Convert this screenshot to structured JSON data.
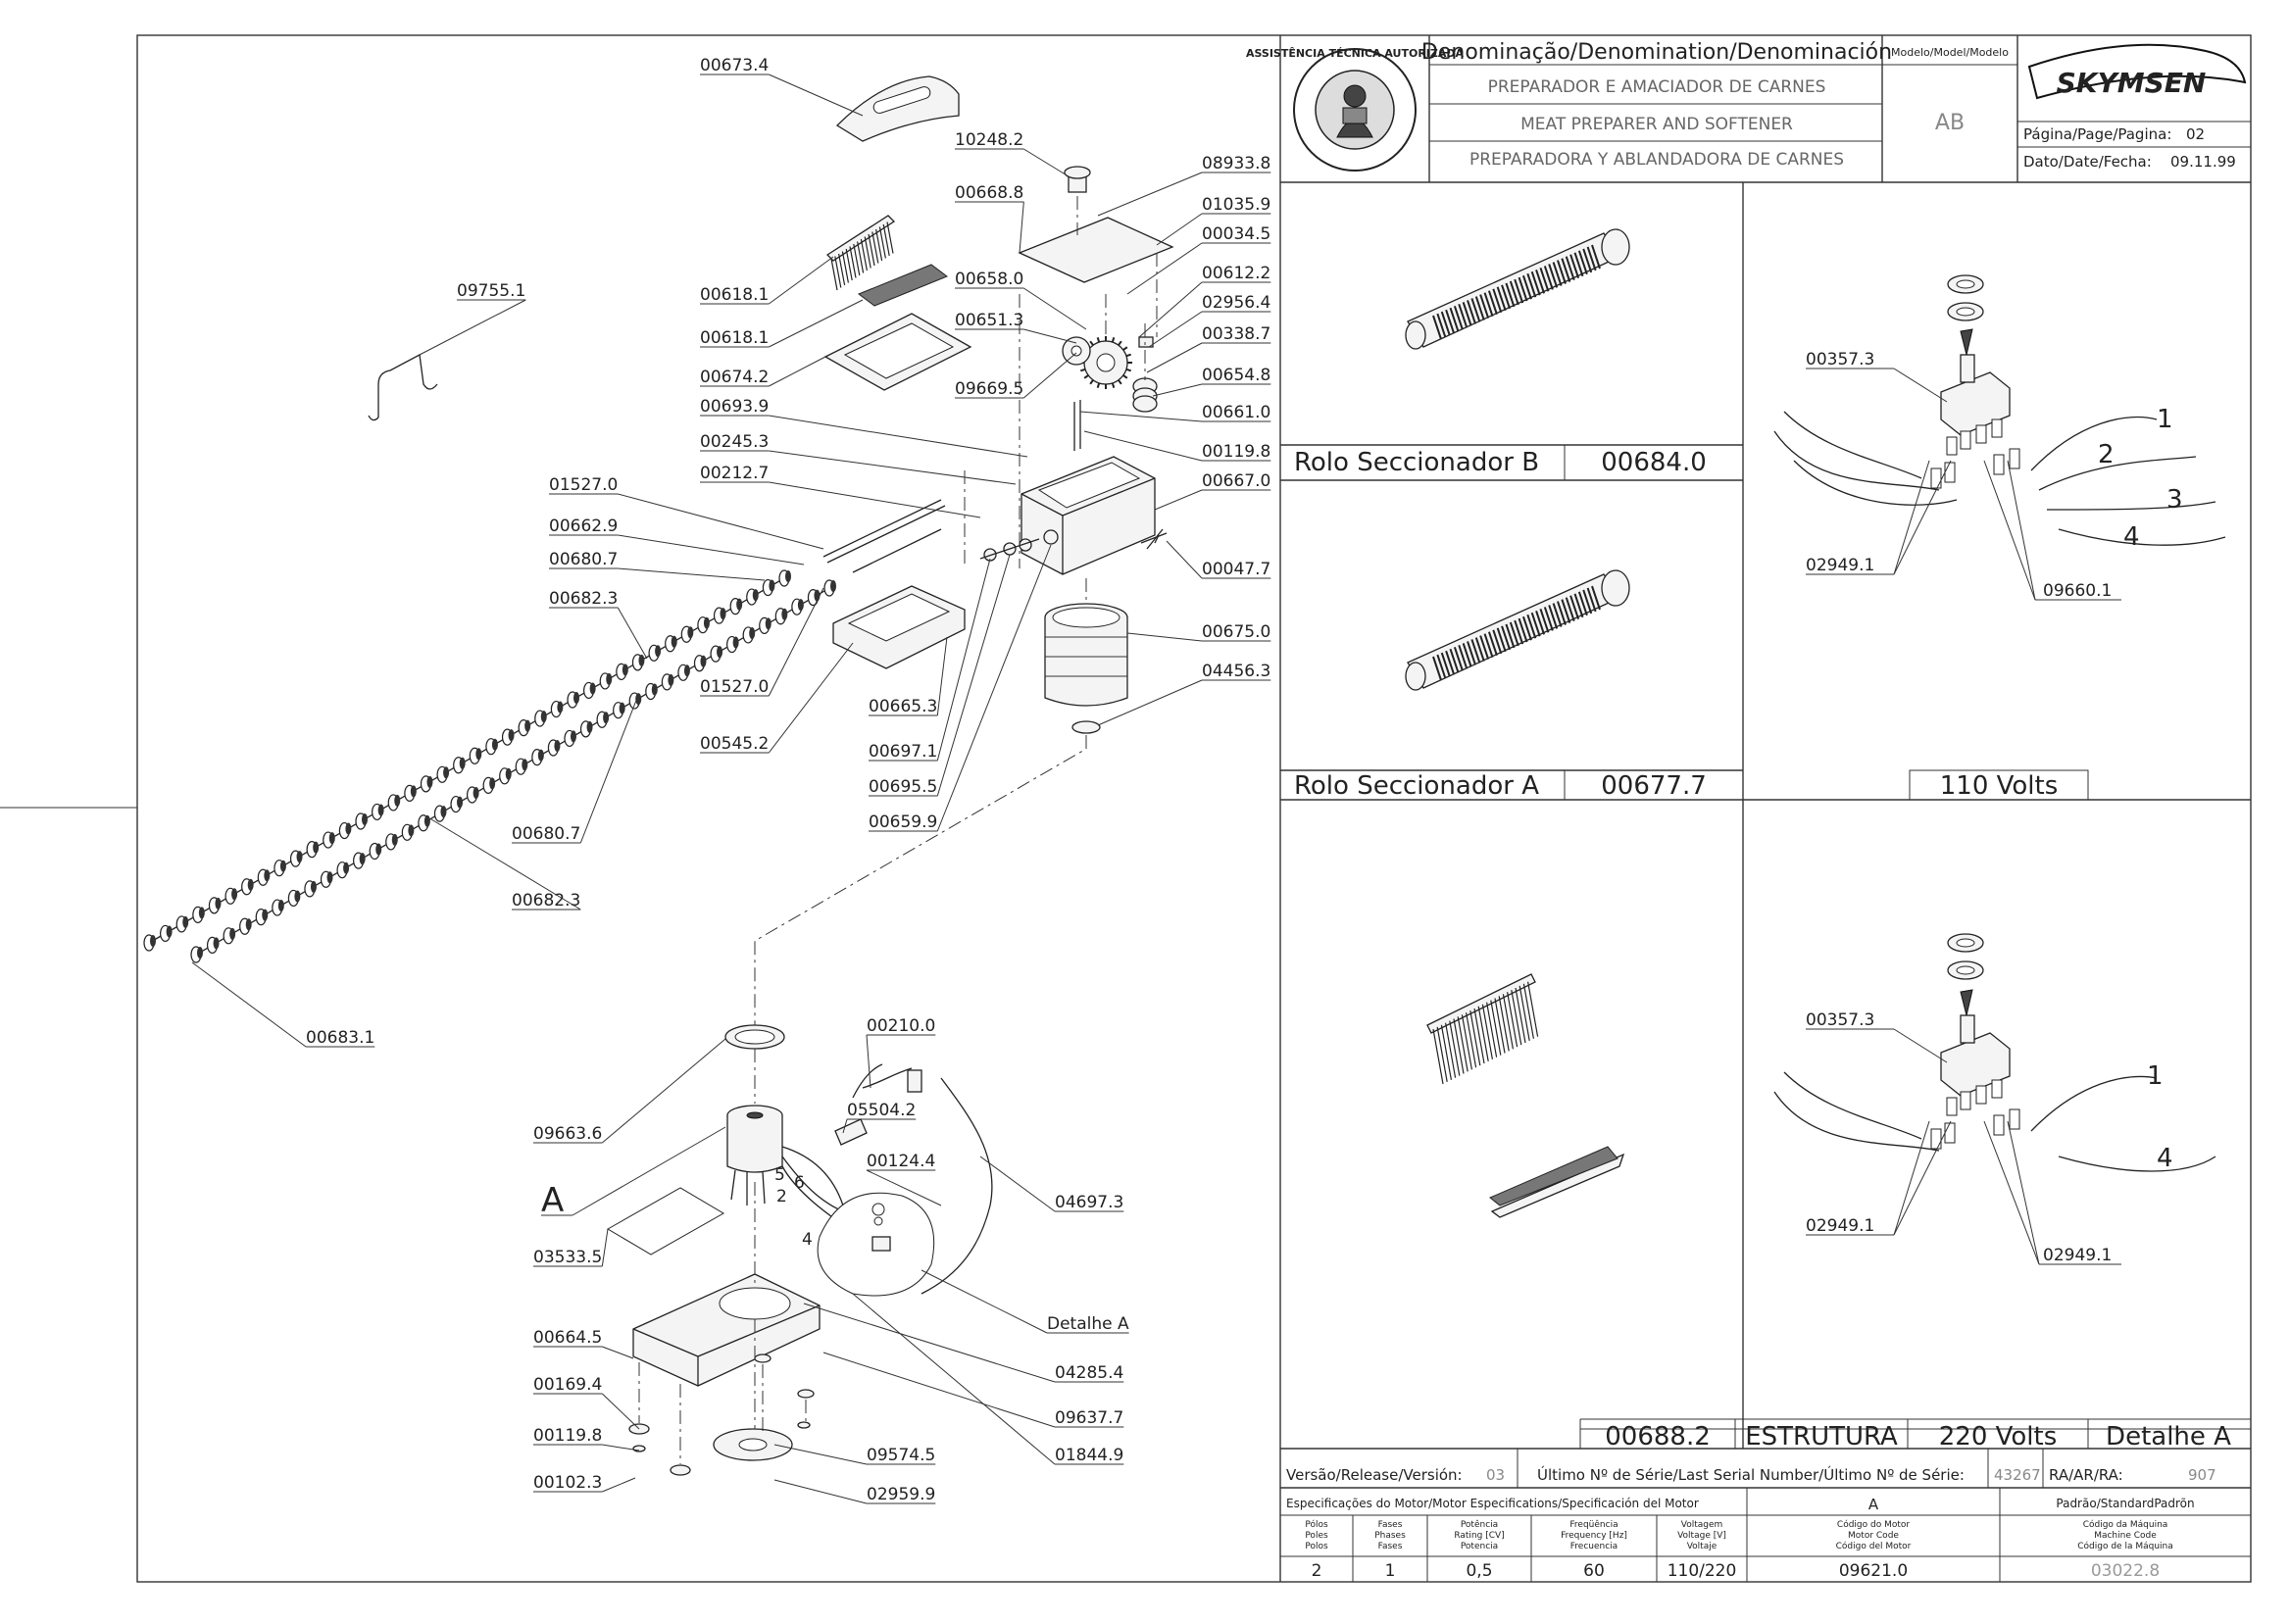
{
  "title_block": {
    "denomination_header": "Denominação/Denomination/Denominación",
    "name_pt": "PREPARADOR E AMACIADOR DE CARNES",
    "name_en": "MEAT PREPARER AND SOFTENER",
    "name_es": "PREPARADORA Y ABLANDADORA DE CARNES",
    "model_header": "Modelo/Model/Modelo",
    "model": "AB",
    "brand": "SKYMSEN",
    "seal_text": "ASSISTÊNCIA TÉCNICA AUTORIZADA",
    "page_label": "Página/Page/Pagina:",
    "page": "02",
    "date_label": "Dato/Date/Fecha:",
    "date": "09.11.99"
  },
  "details": {
    "roller_b_label": "Rolo Seccionador B",
    "roller_b_code": "00684.0",
    "roller_a_label": "Rolo Seccionador A",
    "roller_a_code": "00677.7",
    "v110_label": "110 Volts",
    "v110_switch": "00357.3",
    "v110_terminal": "02949.1",
    "v110_wire": "09660.1",
    "v110_nums": [
      "1",
      "2",
      "3",
      "4"
    ],
    "v220_switch": "00357.3",
    "v220_terminal_a": "02949.1",
    "v220_terminal_b": "02949.1",
    "v220_nums": [
      "1",
      "4"
    ],
    "bottom_code": "00688.2",
    "bottom_struct": "ESTRUTURA",
    "bottom_volts": "220 Volts",
    "bottom_detail": "Detalhe A"
  },
  "release": {
    "version_label": "Versão/Release/Versión:",
    "version": "03",
    "serial_label": "Último Nº de Série/Last Serial Number/Último Nº de Série:",
    "serial": "43267",
    "ra_label": "RA/AR/RA:",
    "ra": "907"
  },
  "motor": {
    "spec_header": "Especificações do Motor/Motor Especifications/Specificación del Motor",
    "standard_letter": "A",
    "standard_header": "Padrão/StandardPadrõn",
    "col_poles": [
      "Pólos",
      "Poles",
      "Polos"
    ],
    "col_phases": [
      "Fases",
      "Phases",
      "Fases"
    ],
    "col_power": [
      "Potência",
      "Rating [CV]",
      "Potencia"
    ],
    "col_freq": [
      "Freqüência",
      "Frequency [Hz]",
      "Frecuencia"
    ],
    "col_volt": [
      "Voltagem",
      "Voltage [V]",
      "Voltaje"
    ],
    "col_motor_code": [
      "Código do Motor",
      "Motor Code",
      "Código del Motor"
    ],
    "col_machine_code": [
      "Código da Máquina",
      "Machine Code",
      "Código de la Máquina"
    ],
    "poles": "2",
    "phases": "1",
    "power": "0,5",
    "freq": "60",
    "volt": "110/220",
    "motor_code": "09621.0",
    "machine_code": "03022.8"
  },
  "parts": {
    "p00673_4": "00673.4",
    "p10248_2": "10248.2",
    "p08933_8": "08933.8",
    "p00668_8": "00668.8",
    "p01035_9": "01035.9",
    "p00034_5": "00034.5",
    "p00612_2": "00612.2",
    "p00658_0": "00658.0",
    "p02956_4": "02956.4",
    "p00651_3": "00651.3",
    "p00338_7": "00338.7",
    "p09669_5": "09669.5",
    "p00654_8": "00654.8",
    "p00661_0": "00661.0",
    "p00119_8a": "00119.8",
    "p00667_0": "00667.0",
    "p00047_7": "00047.7",
    "p00675_0": "00675.0",
    "p04456_3": "04456.3",
    "p09755_1": "09755.1",
    "p00618_1a": "00618.1",
    "p00618_1b": "00618.1",
    "p00674_2": "00674.2",
    "p00693_9": "00693.9",
    "p00245_3": "00245.3",
    "p00212_7": "00212.7",
    "p01527_0a": "01527.0",
    "p00662_9": "00662.9",
    "p00680_7a": "00680.7",
    "p00682_3a": "00682.3",
    "p01527_0b": "01527.0",
    "p00545_2": "00545.2",
    "p00665_3": "00665.3",
    "p00697_1": "00697.1",
    "p00695_5": "00695.5",
    "p00659_9": "00659.9",
    "p00680_7b": "00680.7",
    "p00682_3b": "00682.3",
    "p00683_1": "00683.1",
    "p00210_0": "00210.0",
    "p09663_6": "09663.6",
    "p05504_2": "05504.2",
    "p00124_4": "00124.4",
    "p04697_3": "04697.3",
    "p_A": "A",
    "p03533_5": "03533.5",
    "p_detalhe_a": "Detalhe A",
    "p00664_5": "00664.5",
    "p04285_4": "04285.4",
    "p00169_4": "00169.4",
    "p09637_7": "09637.7",
    "p00119_8b": "00119.8",
    "p01844_9": "01844.9",
    "p09574_5": "09574.5",
    "p00102_3": "00102.3",
    "p02959_9": "02959.9",
    "wire_nums": [
      "5",
      "6",
      "2",
      "4"
    ]
  }
}
